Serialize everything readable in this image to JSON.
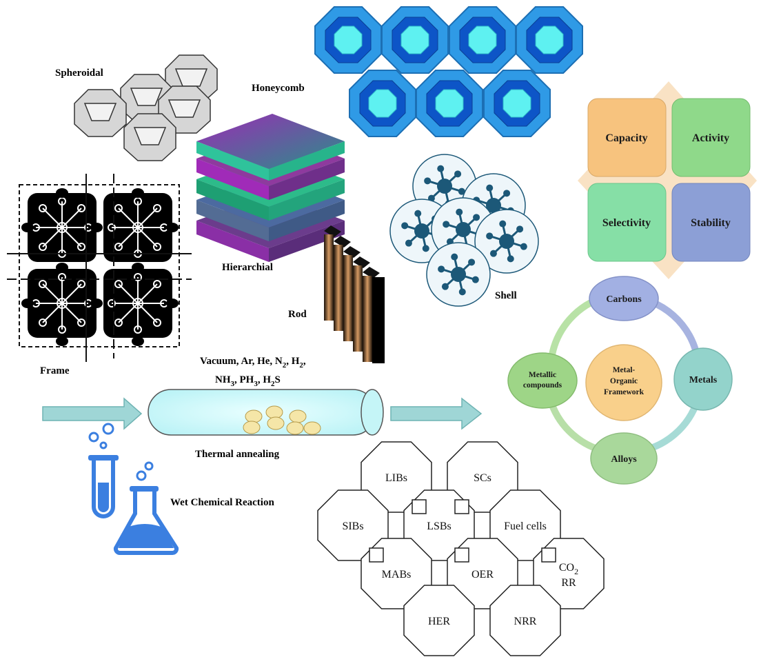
{
  "morphologies": {
    "spheroidal": "Spheroidal",
    "honeycomb": "Honeycomb",
    "hierarchial": "Hierarchial",
    "rod": "Rod",
    "shell": "Shell",
    "frame": "Frame"
  },
  "synthesis": {
    "gases_line1": "Vacuum, Ar, He, N",
    "gases_n_sub": "2",
    "gases_h": ", H",
    "gases_h_sub": "2",
    "gases_comma": ",",
    "gases_line2_a": "NH",
    "gases_line2_a_sub": "3",
    "gases_line2_b": ", PH",
    "gases_line2_b_sub": "3",
    "gases_line2_c": ", H",
    "gases_line2_c_sub": "2",
    "gases_line2_d": "S",
    "thermal": "Thermal annealing",
    "wet": "Wet Chemical Reaction"
  },
  "properties": {
    "capacity": "Capacity",
    "activity": "Activity",
    "selectivity": "Selectivity",
    "stability": "Stability",
    "colors": {
      "capacity": "#f7c37e",
      "activity": "#8fd98a",
      "selectivity": "#86dfa6",
      "stability": "#8c9fd6",
      "diamond": "#f9e2c4"
    }
  },
  "derivatives": {
    "center_line1": "Metal-",
    "center_line2": "Organic",
    "center_line3": "Framework",
    "carbons": "Carbons",
    "metals": "Metals",
    "alloys": "Alloys",
    "metallic_line1": "Metallic",
    "metallic_line2": "compounds"
  },
  "applications": {
    "libs": "LIBs",
    "scs": "SCs",
    "sibs": "SIBs",
    "lsbs": "LSBs",
    "fuel_cells": "Fuel cells",
    "mabs": "MABs",
    "oer": "OER",
    "co2": "CO",
    "co2_sub": "2",
    "rr": "RR",
    "her": "HER",
    "nrr": "NRR"
  }
}
